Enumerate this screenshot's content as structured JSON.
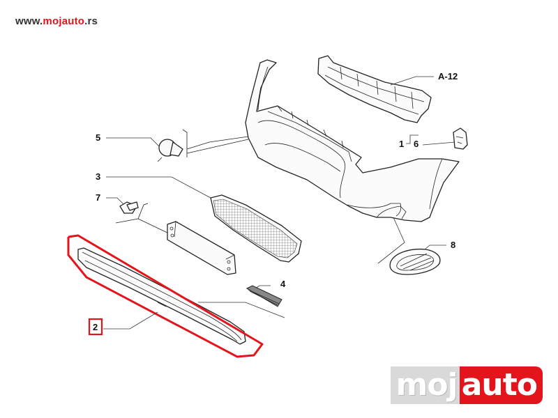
{
  "site": {
    "url_prefix": "www.",
    "url_brand": "mojauto",
    "url_suffix": ".rs"
  },
  "logo": {
    "part1": "moj",
    "part2": "auto"
  },
  "callouts": {
    "a12": "A-12",
    "p1": "1",
    "p6": "6",
    "p5": "5",
    "p3": "3",
    "p7": "7",
    "p4": "4",
    "p8": "8",
    "p2": "2"
  },
  "colors": {
    "highlight": "#e3141b",
    "line": "#222222",
    "logo_gray": "#d9d9d9"
  }
}
